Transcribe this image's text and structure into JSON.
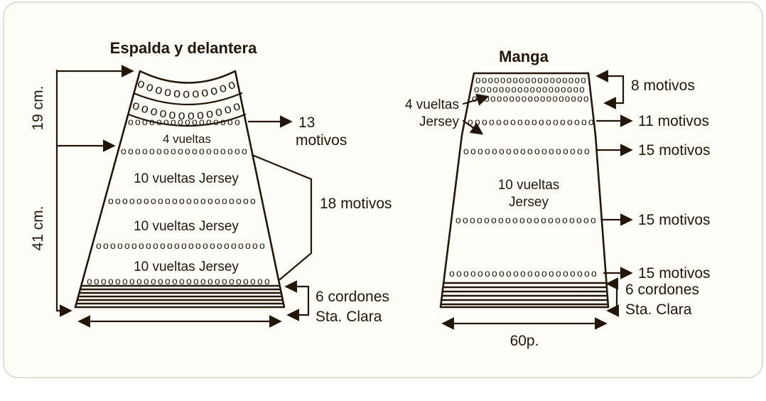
{
  "palette": {
    "ink": "#221608",
    "paper": "#fffdf8",
    "page": "#ffffff",
    "card_edge": "#d9d4c8"
  },
  "left_piece": {
    "title": "Espalda y delantera",
    "vueltas_label": "4 vueltas",
    "jersey_rows": [
      "10 vueltas Jersey",
      "10 vueltas Jersey",
      "10 vueltas Jersey"
    ],
    "motifs_13_number": "13",
    "motifs_13_word": "motivos",
    "motifs_18": "18 motivos",
    "cordones": "6 cordones",
    "sta_clara": "Sta. Clara",
    "height_top": "19 cm.",
    "height_bottom": "41 cm."
  },
  "right_piece": {
    "title": "Manga",
    "vueltas_label": "4 vueltas",
    "vueltas_label2": "Jersey",
    "jersey_center_line1": "10 vueltas",
    "jersey_center_line2": "Jersey",
    "motifs_8": "8 motivos",
    "motifs_11": "11 motivos",
    "motifs_15": [
      "15 motivos",
      "15 motivos",
      "15 motivos"
    ],
    "cordones": "6 cordones",
    "sta_clara": "Sta. Clara",
    "bottom_width": "60p."
  },
  "decor": {
    "small_dots": "oooooooooooooooooooooooooooooooooooooooooooooooo",
    "big_dots": "oooooooooooooooooooo"
  }
}
